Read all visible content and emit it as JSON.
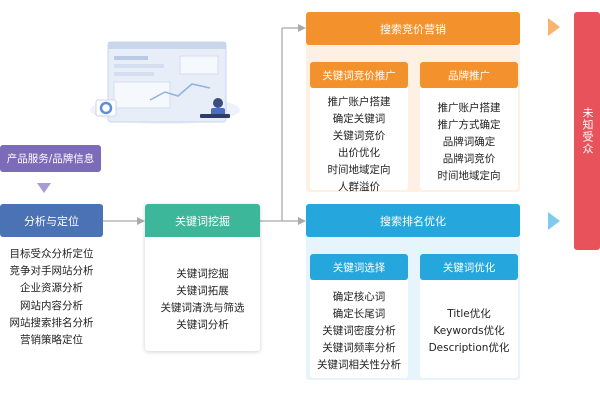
{
  "input_box": {
    "label": "产品服务/品牌信息",
    "color": "#7b6bb8"
  },
  "analysis": {
    "title": "分析与定位",
    "color": "#4a72b5",
    "items": [
      "目标受众分析定位",
      "竞争对手网站分析",
      "企业资源分析",
      "网站内容分析",
      "网站搜索排名分析",
      "营销策略定位"
    ]
  },
  "keyword_mining": {
    "title": "关键词挖掘",
    "color": "#3cb79a",
    "items": [
      "关键词挖掘",
      "关键词拓展",
      "关键词清洗与筛选",
      "关键词分析"
    ]
  },
  "sem": {
    "title": "搜索竞价营销",
    "color": "#f3922d",
    "bidding": {
      "title": "关键词竞价推广",
      "items": [
        "推广账户搭建",
        "确定关键词",
        "关键词竞价",
        "出价优化",
        "时间地域定向",
        "人群溢价"
      ]
    },
    "brand": {
      "title": "品牌推广",
      "items": [
        "推广账户搭建",
        "推广方式确定",
        "品牌词确定",
        "品牌词竞价",
        "时间地域定向"
      ]
    }
  },
  "seo": {
    "title": "搜索排名优化",
    "color": "#25a6dd",
    "selection": {
      "title": "关键词选择",
      "items": [
        "确定核心词",
        "确定长尾词",
        "关键词密度分析",
        "关键词频率分析",
        "关键词相关性分析"
      ]
    },
    "optimize": {
      "title": "关键词优化",
      "items": [
        "Title优化",
        "Keywords优化",
        "Description优化"
      ]
    }
  },
  "audience": {
    "label": "未知受众",
    "color": "#e8525a"
  }
}
